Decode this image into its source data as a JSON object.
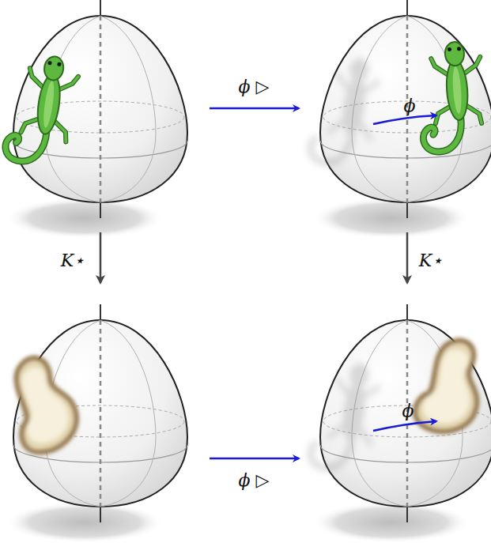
{
  "diagram": {
    "labels": [
      "ϕ ▷",
      "ϕ",
      "K⋆",
      "K⋆",
      "ϕ ▷",
      "ϕ"
    ]
  }
}
